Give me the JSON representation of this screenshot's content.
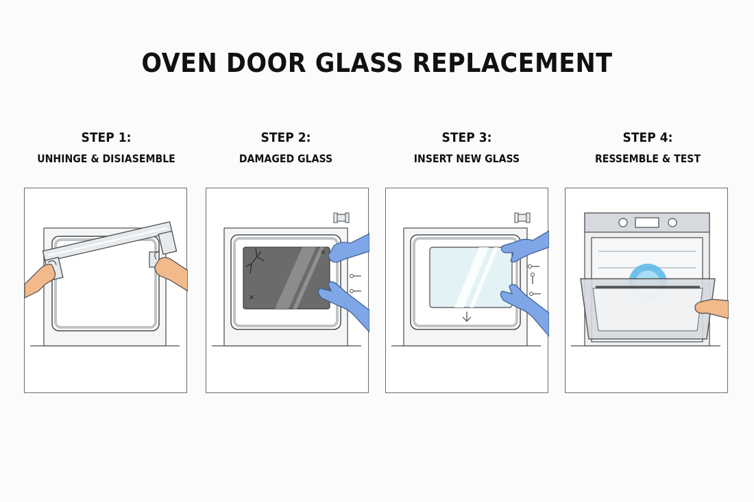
{
  "title": "OVEN DOOR GLASS REPLACEMENT",
  "steps": [
    {
      "number": "STEP 1:",
      "caption": "UNHINGE & DISIASEMBLE"
    },
    {
      "number": "STEP 2:",
      "caption": "DAMAGED GLASS"
    },
    {
      "number": "STEP 3:",
      "caption": "INSERT NEW GLASS"
    },
    {
      "number": "STEP 4:",
      "caption": "RESSEMBLE & TEST"
    }
  ],
  "colors": {
    "outline": "#4a4a4a",
    "glove": "#7fa6e6",
    "skin": "#f2b98a",
    "damaged_glass": "#6b6b6b",
    "new_glass": "#e3f3f5",
    "oven_metal": "#d6dade",
    "oven_light": "#57b7ea"
  },
  "icons": [
    "hinge-clip-icon",
    "screw-icon",
    "down-arrow-icon",
    "crack-icon",
    "hand-icon",
    "gloved-hand-icon"
  ]
}
